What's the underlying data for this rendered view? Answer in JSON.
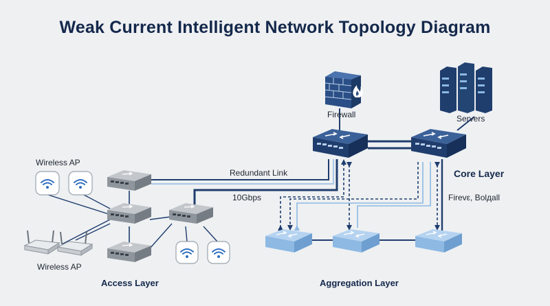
{
  "title": "Weak Current Intelligent Network Topology Diagram",
  "labels": {
    "firewall": "Firewall",
    "servers": "Servers",
    "core_layer": "Core Layer",
    "redundant_link": "Redundant Link",
    "speed": "10Gbps",
    "side_note": "Firevε, Bolдall",
    "wireless_ap_top": "Wireless AP",
    "wireless_ap_bottom": "Wireless AP",
    "access_layer": "Access Layer",
    "aggregation_layer": "Aggregation Layer"
  },
  "colors": {
    "title": "#14284b",
    "core_switch": "#1f3d6d",
    "agg_switch": "#8db9e3",
    "access_switch": "#9aa0a8",
    "link_dark": "#1f3d6d",
    "link_light": "#a9c7e6",
    "firewall_brick": "#2a4f86",
    "flame": "#ffffff"
  },
  "icons": {
    "firewall": "firewall-icon",
    "servers": "server-rack-icon",
    "wireless_ap": "wifi-icon",
    "router": "wireless-router-icon"
  }
}
